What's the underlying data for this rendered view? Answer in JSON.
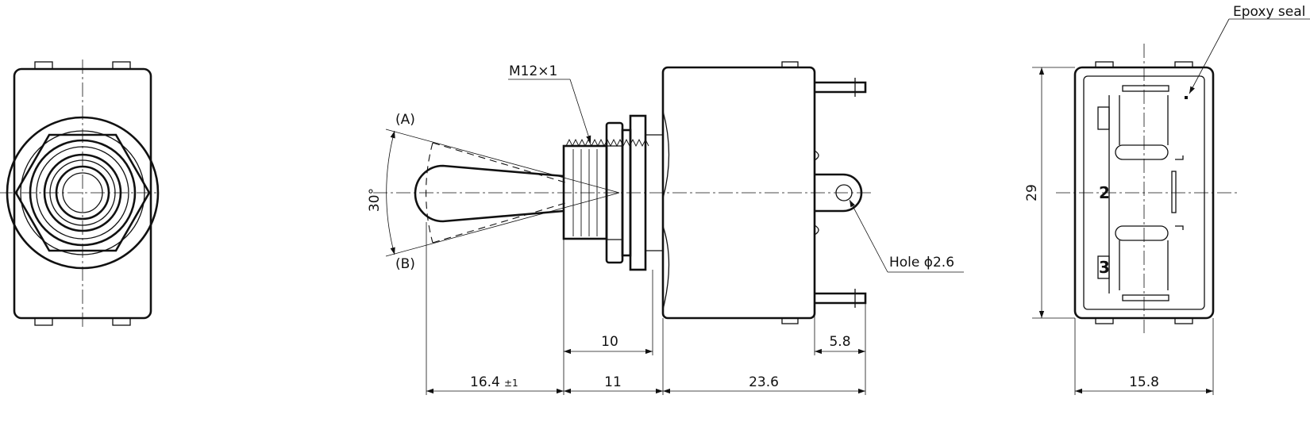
{
  "labels": {
    "epoxy": "Epoxy seal",
    "thread": "M12×1",
    "pos_a": "(A)",
    "pos_b": "(B)",
    "angle": "30°",
    "hole": "Hole ϕ2.6"
  },
  "dims": {
    "d_10": "10",
    "d_5_8": "5.8",
    "d_16_4": "16.4",
    "d_16_4_tol": "±1",
    "d_11": "11",
    "d_23_6": "23.6",
    "d_29": "29",
    "d_15_8": "15.8"
  },
  "terminals": {
    "t2": "2",
    "t3": "3"
  }
}
